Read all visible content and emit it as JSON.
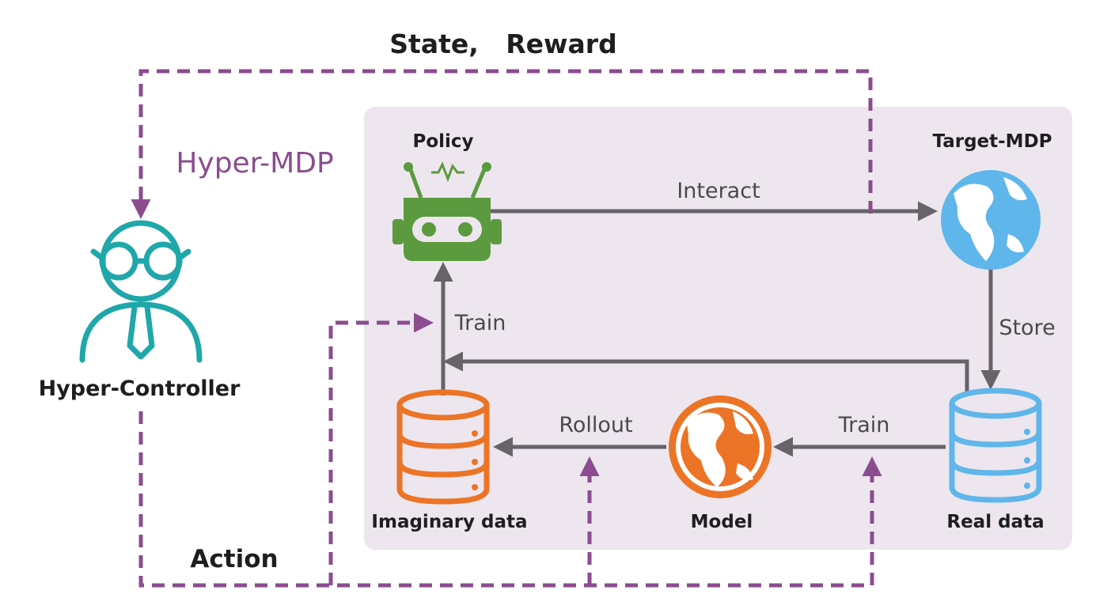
{
  "labels": {
    "state_reward": "State,   Reward",
    "hyper_mdp": "Hyper-MDP",
    "policy": "Policy",
    "target_mdp": "Target-MDP",
    "interact": "Interact",
    "store": "Store",
    "train_policy": "Train",
    "train_model": "Train",
    "rollout": "Rollout",
    "hyper_controller": "Hyper-Controller",
    "imaginary_data": "Imaginary data",
    "model": "Model",
    "real_data": "Real data",
    "action": "Action"
  },
  "colors": {
    "panel": "#ede6ee",
    "purple": "#8b4d8f",
    "gray": "#666369",
    "teal": "#1fa7aa",
    "green": "#5b9a3e",
    "orange": "#ec7426",
    "blue": "#5fb6ea",
    "text": "#1e1e1e"
  }
}
